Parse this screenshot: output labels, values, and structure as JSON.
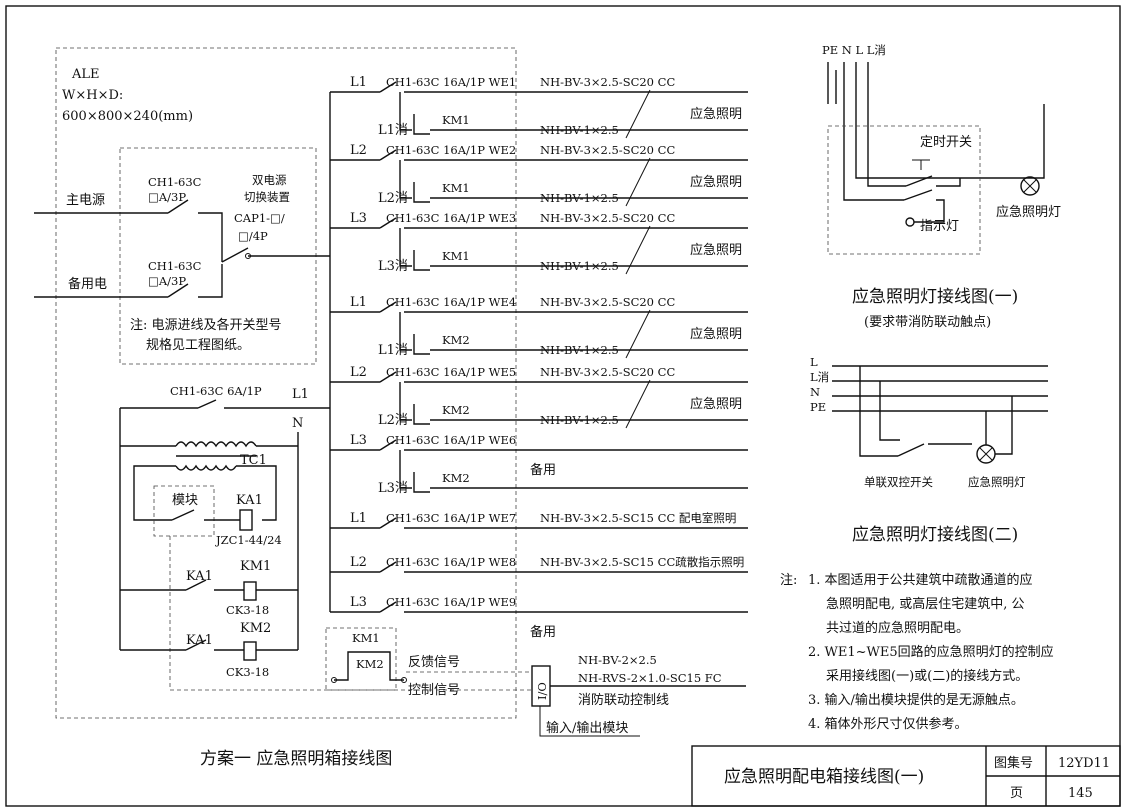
{
  "box": {
    "code": "ALE",
    "dims_label": "W×H×D:",
    "dims_value": "600×800×240(mm)",
    "switch_main": "CH1-63C",
    "switch_main_rating": "□A/3P",
    "switch_backup": "CH1-63C",
    "switch_backup_rating": "□A/3P",
    "ats_line1": "双电源",
    "ats_line2": "切换装置",
    "ats_model": "CAP1-□/",
    "ats_rating": "□/4P",
    "main_source": "主电源",
    "backup_source": "备用电",
    "note_line1": "注: 电源进线及各开关型号",
    "note_line2": "规格见工程图纸。",
    "ctrl_breaker": "CH1-63C 6A/1P",
    "ctrl_phase": "L1",
    "ctrl_neutral": "N",
    "transformer": "TC1",
    "module": "模块",
    "relay_ka1": "KA1",
    "relay_model": "JZC1-44/24",
    "ka1_contact_a": "KA1",
    "km1": "KM1",
    "km1_model": "CK3-18",
    "ka1_contact_b": "KA1",
    "km2": "KM2",
    "km2_model": "CK3-18",
    "fb_km1": "KM1",
    "fb_km2": "KM2",
    "feedback_signal": "反馈信号",
    "control_signal": "控制信号",
    "io_label": "I/O",
    "cable_1": "NH-BV-2×2.5",
    "cable_2": "NH-RVS-2×1.0-SC15 FC",
    "fire_link": "消防联动控制线",
    "io_module": "输入/输出模块",
    "scheme_title": "方案一 应急照明箱接线图"
  },
  "circuits": [
    {
      "phase": "L1",
      "breaker": "CH1-63C 16A/1P WE1",
      "cable": "NH-BV-3×2.5-SC20 CC",
      "fire_phase": "L1消",
      "contact": "KM1",
      "fire_cable": "NH-BV-1×2.5",
      "load": "应急照明"
    },
    {
      "phase": "L2",
      "breaker": "CH1-63C 16A/1P WE2",
      "cable": "NH-BV-3×2.5-SC20 CC",
      "fire_phase": "L2消",
      "contact": "KM1",
      "fire_cable": "NH-BV-1×2.5",
      "load": "应急照明"
    },
    {
      "phase": "L3",
      "breaker": "CH1-63C 16A/1P WE3",
      "cable": "NH-BV-3×2.5-SC20 CC",
      "fire_phase": "L3消",
      "contact": "KM1",
      "fire_cable": "NH-BV-1×2.5",
      "load": "应急照明"
    },
    {
      "phase": "L1",
      "breaker": "CH1-63C 16A/1P WE4",
      "cable": "NH-BV-3×2.5-SC20 CC",
      "fire_phase": "L1消",
      "contact": "KM2",
      "fire_cable": "NH-BV-1×2.5",
      "load": "应急照明"
    },
    {
      "phase": "L2",
      "breaker": "CH1-63C 16A/1P WE5",
      "cable": "NH-BV-3×2.5-SC20 CC",
      "fire_phase": "L2消",
      "contact": "KM2",
      "fire_cable": "NH-BV-1×2.5",
      "load": "应急照明"
    },
    {
      "phase": "L3",
      "breaker": "CH1-63C 16A/1P WE6",
      "cable": "",
      "fire_phase": "L3消",
      "contact": "KM2",
      "fire_cable": "",
      "load": "备用"
    },
    {
      "phase": "L1",
      "breaker": "CH1-63C 16A/1P WE7",
      "cable": "NH-BV-3×2.5-SC15 CC 配电室照明",
      "load": ""
    },
    {
      "phase": "L2",
      "breaker": "CH1-63C 16A/1P WE8",
      "cable": "NH-BV-3×2.5-SC15 CC疏散指示照明",
      "load": ""
    },
    {
      "phase": "L3",
      "breaker": "CH1-63C 16A/1P WE9",
      "cable": "",
      "load": "备用"
    }
  ],
  "diagram1": {
    "lines": "PE N L L消",
    "timer": "定时开关",
    "indicator": "指示灯",
    "lamp": "应急照明灯",
    "title": "应急照明灯接线图(一)",
    "subtitle": "(要求带消防联动触点)"
  },
  "diagram2": {
    "l": "L",
    "lfire": "L消",
    "n": "N",
    "pe": "PE",
    "switch": "单联双控开关",
    "lamp": "应急照明灯",
    "title": "应急照明灯接线图(二)"
  },
  "notes": {
    "prefix": "注:",
    "items": [
      "1. 本图适用于公共建筑中疏散通道的应",
      "急照明配电, 或高层住宅建筑中, 公",
      "共过道的应急照明配电。",
      "2. WE1~WE5回路的应急照明灯的控制应",
      "采用接线图(一)或(二)的接线方式。",
      "3. 输入/输出模块提供的是无源触点。",
      "4. 箱体外形尺寸仅供参考。"
    ]
  },
  "title_block": {
    "title": "应急照明配电箱接线图(一)",
    "atlas_label": "图集号",
    "atlas_value": "12YD11",
    "page_label": "页",
    "page_value": "145"
  }
}
